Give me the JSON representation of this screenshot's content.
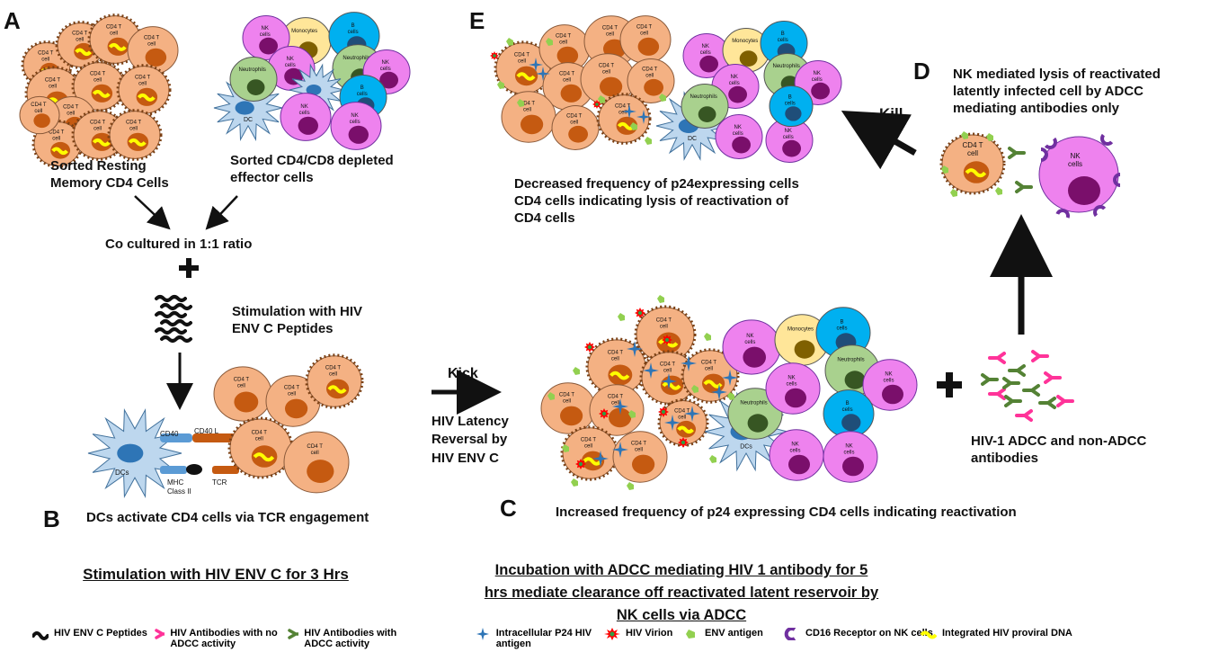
{
  "panels": {
    "A": "A",
    "B": "B",
    "C": "C",
    "D": "D",
    "E": "E"
  },
  "panelA": {
    "resting_caption": "Sorted Resting Memory CD4 Cells",
    "effector_caption": "Sorted CD4/CD8 depleted effector cells",
    "coculture": "Co cultured  in 1:1 ratio",
    "stim_caption": "Stimulation with HIV ENV C Peptides"
  },
  "panelB": {
    "caption": "DCs activate CD4 cells via TCR engagement",
    "cd40": "CD40",
    "cd40l": "CD40 L",
    "mhc": "MHC Class II",
    "tcr": "TCR",
    "dcs": "DCs"
  },
  "kick": {
    "label": "Kick",
    "caption": "HIV Latency Reversal by HIV ENV C"
  },
  "panelC": {
    "caption": "Increased frequency of p24 expressing CD4 cells indicating reactivation",
    "antibody_caption": "HIV-1 ADCC and non-ADCC antibodies"
  },
  "panelD": {
    "caption": "NK mediated lysis of reactivated latently infected cell  by ADCC mediating antibodies only",
    "cd4_label": "CD4 T cell",
    "nk_label": "NK cells"
  },
  "panelE": {
    "caption": "Decreased frequency of p24expressing cells CD4 cells  indicating lysis of reactivation of CD4 cells",
    "kill": "Kill"
  },
  "bottom": {
    "left": "Stimulation with HIV ENV C for 3 Hrs",
    "right": "Incubation with ADCC mediating HIV 1 antibody for 5 hrs mediate clearance off reactivated latent reservoir  by NK cells via ADCC"
  },
  "cell_labels": {
    "cd4": "CD4 T cell",
    "nk": "NK cells",
    "b": "B cells",
    "mono": "Monocytes",
    "neut": "Neutrophils",
    "dc": "DC"
  },
  "legend": [
    {
      "label": "HIV ENV C Peptides",
      "icon": "peptide-icon"
    },
    {
      "label": "HIV Antibodies  with no ADCC activity",
      "icon": "pink-antibody-icon"
    },
    {
      "label": "HIV Antibodies  with ADCC activity",
      "icon": "green-antibody-icon"
    },
    {
      "label": "Intracellular P24 HIV antigen",
      "icon": "p24-star-icon"
    },
    {
      "label": "HIV Virion",
      "icon": "virion-icon"
    },
    {
      "label": "ENV antigen",
      "icon": "env-antigen-icon"
    },
    {
      "label": "CD16 Receptor on NK cells",
      "icon": "cd16-receptor-icon"
    },
    {
      "label": "Integrated HIV proviral DNA",
      "icon": "proviral-dna-icon"
    }
  ],
  "colors": {
    "cd4": "#f4b183",
    "cd4_nucleus": "#c55a11",
    "nk": "#ee82ee",
    "nk_nucleus": "#7a0f6b",
    "b_cell": "#00b0f0",
    "monocyte": "#ffe699",
    "neutrophil": "#a9d18e",
    "dc": "#bdd7ee",
    "dna": "#ffff00",
    "env": "#92d050",
    "p24": "#2e75b6",
    "virion": "#ff0000",
    "pink_ab": "#ff3399",
    "green_ab": "#548235"
  }
}
